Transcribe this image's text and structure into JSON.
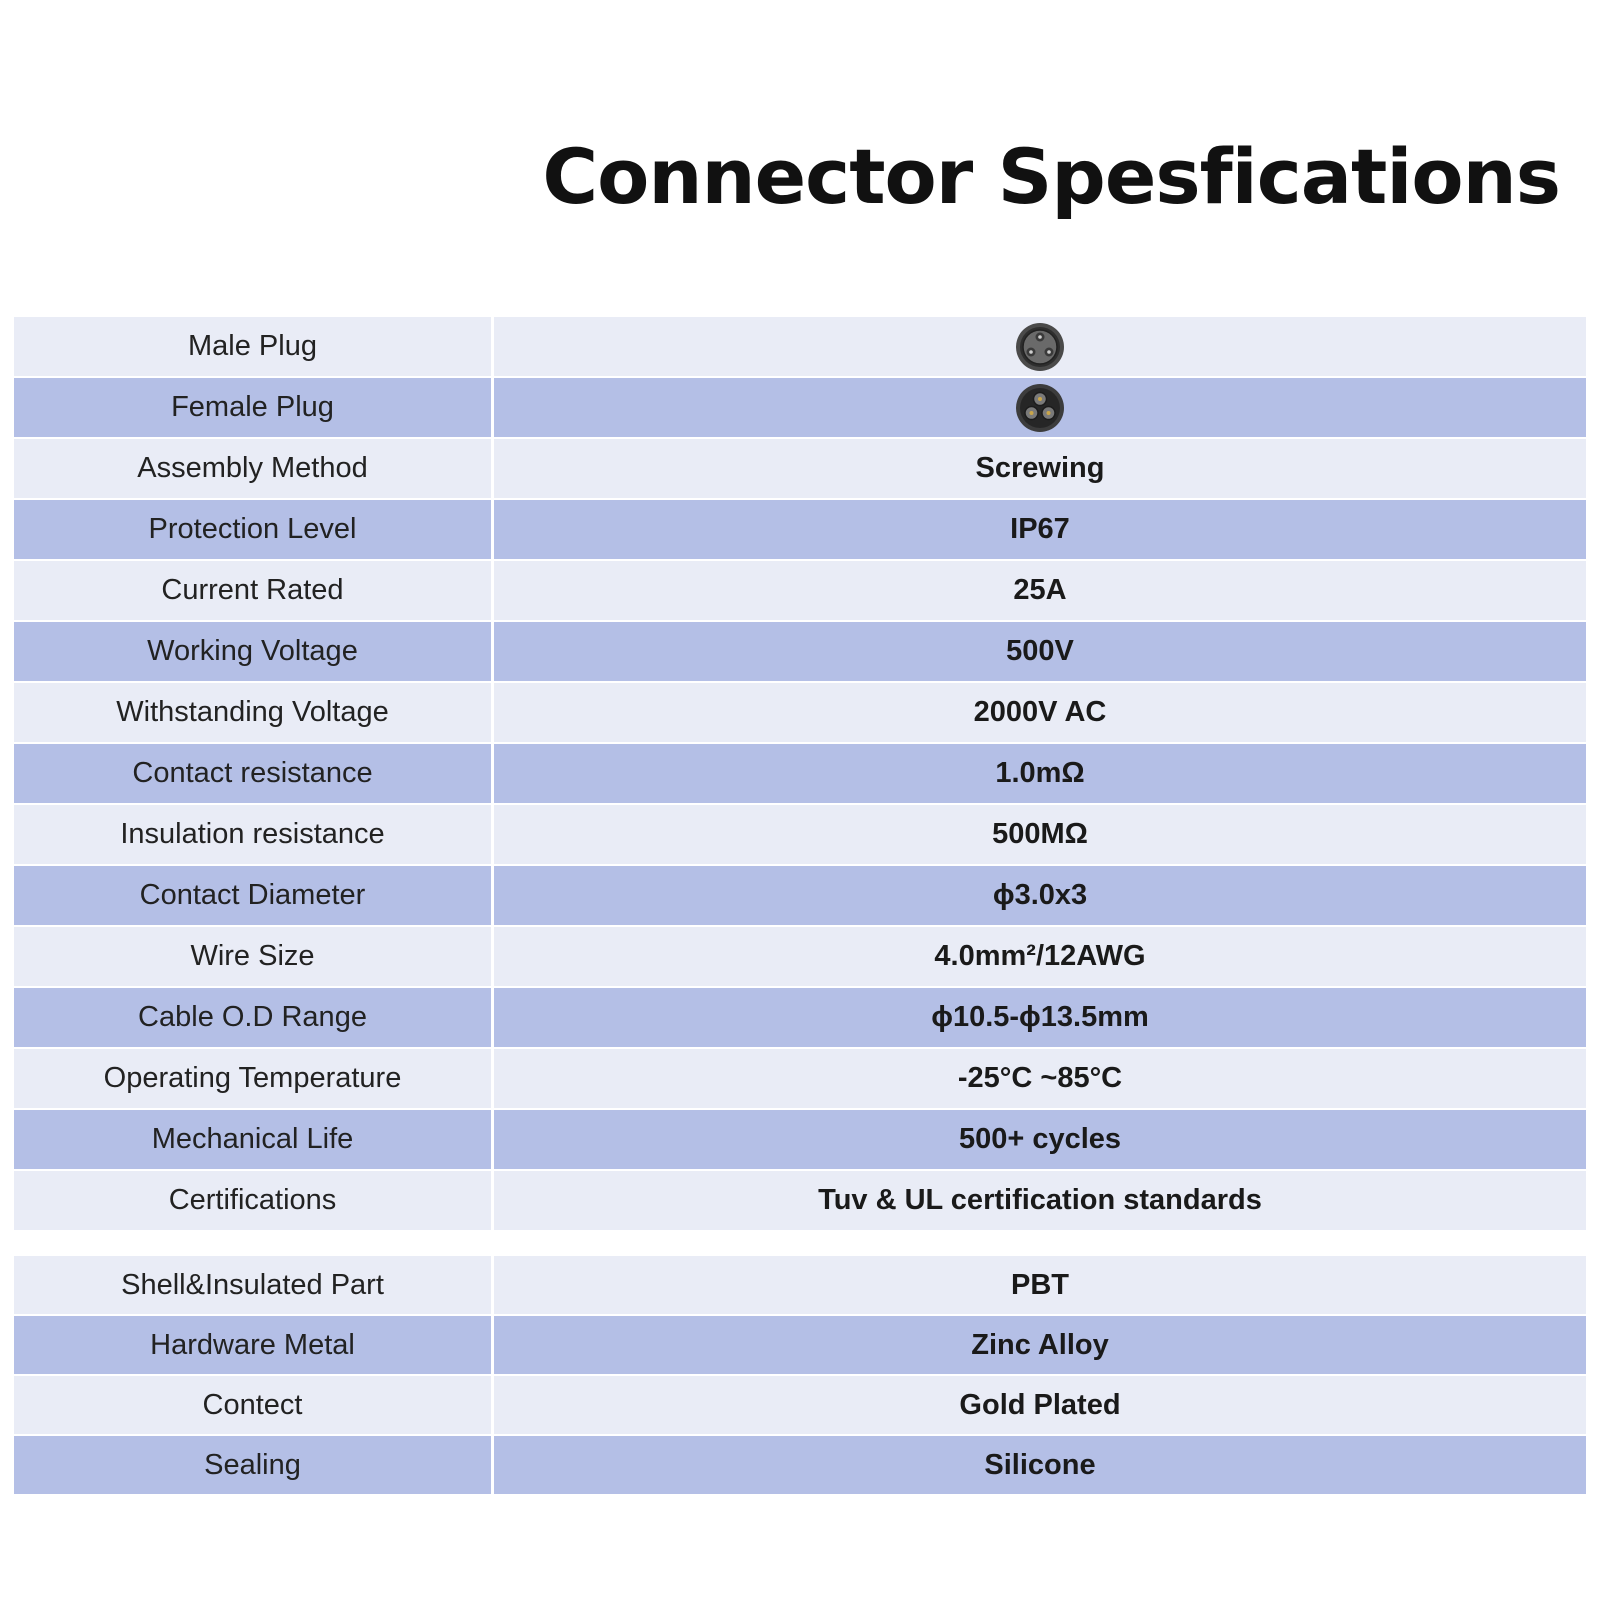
{
  "title": "Connector Spesfications",
  "specs": [
    {
      "label": "Male Plug",
      "value": "",
      "icon": "male-plug-icon"
    },
    {
      "label": "Female Plug",
      "value": "",
      "icon": "female-plug-icon"
    },
    {
      "label": "Assembly Method",
      "value": "Screwing"
    },
    {
      "label": "Protection Level",
      "value": "IP67"
    },
    {
      "label": "Current Rated",
      "value": "25A"
    },
    {
      "label": "Working Voltage",
      "value": "500V"
    },
    {
      "label": "Withstanding Voltage",
      "value": "2000V AC"
    },
    {
      "label": "Contact resistance",
      "value": "1.0mΩ"
    },
    {
      "label": "Insulation resistance",
      "value": "500MΩ"
    },
    {
      "label": "Contact Diameter",
      "value": "ϕ3.0x3"
    },
    {
      "label": "Wire Size",
      "value": "4.0mm²/12AWG"
    },
    {
      "label": "Cable O.D Range",
      "value": "ϕ10.5-ϕ13.5mm"
    },
    {
      "label": "Operating Temperature",
      "value": "-25°C ~85°C"
    },
    {
      "label": "Mechanical Life",
      "value": "500+ cycles"
    },
    {
      "label": "Certifications",
      "value": "Tuv & UL certification standards"
    }
  ],
  "materials": [
    {
      "label": "Shell&Insulated Part",
      "value": "PBT"
    },
    {
      "label": "Hardware Metal",
      "value": "Zinc Alloy"
    },
    {
      "label": "Contect",
      "value": "Gold Plated"
    },
    {
      "label": "Sealing",
      "value": "Silicone"
    }
  ],
  "colors": {
    "row_light": "#e9ecf6",
    "row_dark": "#b4bfe6",
    "title": "#111111"
  }
}
